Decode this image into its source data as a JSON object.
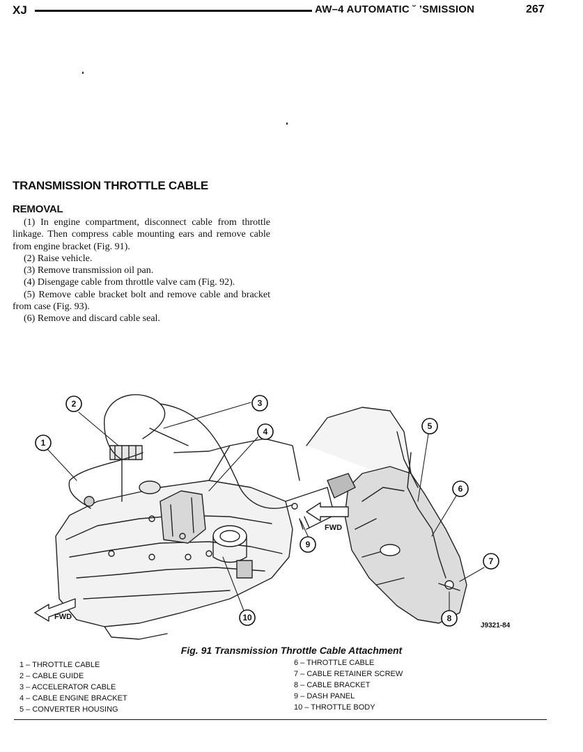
{
  "header": {
    "left": "XJ",
    "title": "AW–4 AUTOMATIC ˘  ’SMISSION",
    "page": "267"
  },
  "section": {
    "title": "TRANSMISSION THROTTLE CABLE",
    "subtitle": "REMOVAL",
    "steps": [
      "(1) In engine compartment, disconnect cable from throttle linkage. Then compress cable mounting ears and remove cable from engine bracket (Fig. 91).",
      "(2) Raise vehicle.",
      "(3) Remove transmission oil pan.",
      "(4) Disengage cable from throttle valve cam (Fig. 92).",
      "(5) Remove cable bracket bolt and remove cable and bracket from case (Fig. 93).",
      "(6) Remove and discard cable seal."
    ]
  },
  "figure": {
    "callouts": [
      "1",
      "2",
      "3",
      "4",
      "5",
      "6",
      "7",
      "8",
      "9",
      "10"
    ],
    "fwd_label": "FWD",
    "reference": "J9321-84",
    "caption": "Fig. 91 Transmission Throttle Cable Attachment"
  },
  "legend": {
    "left": [
      "1 – THROTTLE CABLE",
      "2 – CABLE GUIDE",
      "3 – ACCELERATOR CABLE",
      "4 – CABLE ENGINE BRACKET",
      "5 – CONVERTER HOUSING"
    ],
    "right": [
      "6 – THROTTLE CABLE",
      "7 – CABLE RETAINER SCREW",
      "8 – CABLE BRACKET",
      "9 – DASH PANEL",
      "10 – THROTTLE BODY"
    ]
  }
}
